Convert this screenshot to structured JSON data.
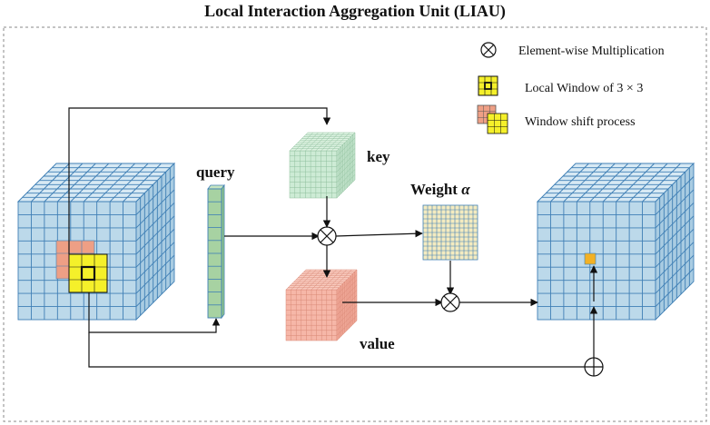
{
  "title": "Local Interaction Aggregation Unit (LIAU)",
  "legend": {
    "multiply": "Element-wise Multiplication",
    "window": "Local Window of  3 × 3",
    "shift": "Window shift process"
  },
  "labels": {
    "query": "query",
    "key": "key",
    "value": "value",
    "weight": "Weight",
    "alpha": "α"
  },
  "colors": {
    "input_front": "#bcd9ea",
    "input_top": "#d7e9f4",
    "input_side": "#a9cce2",
    "grid_line": "#3f7fb5",
    "key": "#cdebd5",
    "value": "#f6b7a8",
    "query": "#a7d2a2",
    "weight_grid": "#f4ebc0",
    "window_yellow": "#f5f02a",
    "shift_salmon": "#ee9f85",
    "output_cell": "#f3b124"
  },
  "icons": {
    "multiply_symbol": "circle-times-icon",
    "add_symbol": "circle-plus-icon"
  }
}
